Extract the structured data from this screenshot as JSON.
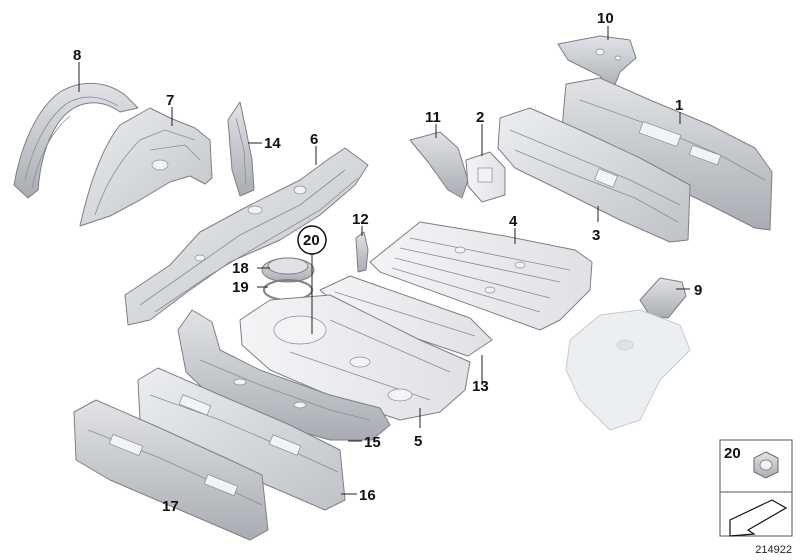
{
  "callouts": {
    "p1": "1",
    "p2": "2",
    "p3": "3",
    "p4": "4",
    "p5": "5",
    "p6": "6",
    "p7": "7",
    "p8": "8",
    "p9": "9",
    "p10": "10",
    "p11": "11",
    "p12": "12",
    "p13": "13",
    "p14": "14",
    "p15": "15",
    "p16": "16",
    "p17": "17",
    "p18": "18",
    "p19": "19",
    "p20": "20"
  },
  "legend": {
    "item_label": "20"
  },
  "diagram_id": "214922",
  "colors": {
    "part_light": "#e4e6ea",
    "part_mid": "#c9ccd1",
    "part_dark": "#a9acb2",
    "part_pale": "#eceff2",
    "text": "#111111"
  }
}
